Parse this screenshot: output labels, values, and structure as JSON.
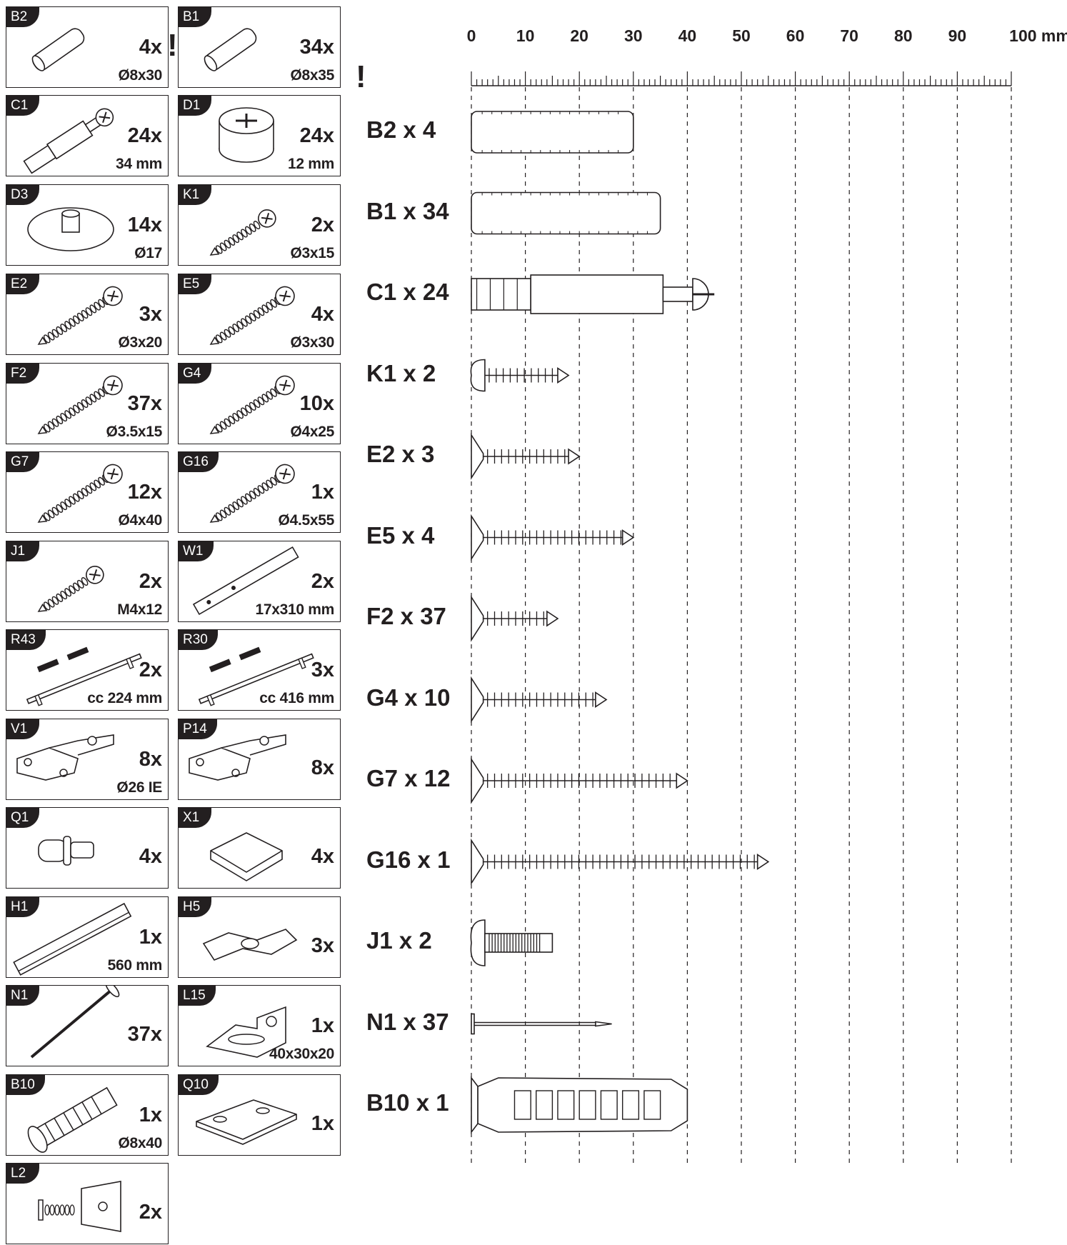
{
  "cards": [
    {
      "code": "B2",
      "qty": "4x",
      "dim": "Ø8x30",
      "icon": "dowel-pin-icon"
    },
    {
      "code": "B1",
      "qty": "34x",
      "dim": "Ø8x35",
      "icon": "dowel-pin-icon"
    },
    {
      "code": "C1",
      "qty": "24x",
      "dim": "34 mm",
      "icon": "cam-bolt-icon"
    },
    {
      "code": "D1",
      "qty": "24x",
      "dim": "12 mm",
      "icon": "cam-lock-icon"
    },
    {
      "code": "D3",
      "qty": "14x",
      "dim": "Ø17",
      "icon": "felt-pad-icon"
    },
    {
      "code": "K1",
      "qty": "2x",
      "dim": "Ø3x15",
      "icon": "pan-head-screw-icon"
    },
    {
      "code": "E2",
      "qty": "3x",
      "dim": "Ø3x20",
      "icon": "countersunk-screw-icon"
    },
    {
      "code": "E5",
      "qty": "4x",
      "dim": "Ø3x30",
      "icon": "countersunk-screw-icon"
    },
    {
      "code": "F2",
      "qty": "37x",
      "dim": "Ø3.5x15",
      "icon": "countersunk-screw-icon"
    },
    {
      "code": "G4",
      "qty": "10x",
      "dim": "Ø4x25",
      "icon": "countersunk-screw-icon"
    },
    {
      "code": "G7",
      "qty": "12x",
      "dim": "Ø4x40",
      "icon": "countersunk-screw-icon"
    },
    {
      "code": "G16",
      "qty": "1x",
      "dim": "Ø4.5x55",
      "icon": "countersunk-screw-icon"
    },
    {
      "code": "J1",
      "qty": "2x",
      "dim": "M4x12",
      "icon": "machine-screw-icon"
    },
    {
      "code": "W1",
      "qty": "2x",
      "dim": "17x310 mm",
      "icon": "metal-bar-icon"
    },
    {
      "code": "R43",
      "qty": "2x",
      "dim": "cc 224 mm",
      "icon": "bar-handle-icon"
    },
    {
      "code": "R30",
      "qty": "3x",
      "dim": "cc 416 mm",
      "icon": "bar-handle-icon"
    },
    {
      "code": "V1",
      "qty": "8x",
      "dim": "Ø26 IE",
      "icon": "hinge-icon"
    },
    {
      "code": "P14",
      "qty": "8x",
      "dim": "",
      "icon": "hinge-plate-icon"
    },
    {
      "code": "Q1",
      "qty": "4x",
      "dim": "",
      "icon": "shelf-support-icon"
    },
    {
      "code": "X1",
      "qty": "4x",
      "dim": "",
      "icon": "bumper-pad-icon"
    },
    {
      "code": "H1",
      "qty": "1x",
      "dim": "560 mm",
      "icon": "profile-strip-icon"
    },
    {
      "code": "H5",
      "qty": "3x",
      "dim": "",
      "icon": "clip-icon"
    },
    {
      "code": "N1",
      "qty": "37x",
      "dim": "",
      "icon": "nail-icon"
    },
    {
      "code": "L15",
      "qty": "1x",
      "dim": "40x30x20",
      "icon": "angle-bracket-icon"
    },
    {
      "code": "B10",
      "qty": "1x",
      "dim": "Ø8x40",
      "icon": "wall-plug-icon"
    },
    {
      "code": "Q10",
      "qty": "1x",
      "dim": "",
      "icon": "mounting-plate-icon"
    },
    {
      "code": "L2",
      "qty": "2x",
      "dim": "",
      "icon": "corner-connector-icon"
    }
  ],
  "warning_mark": "!",
  "ruler": {
    "tick_labels": [
      "0",
      "10",
      "20",
      "30",
      "40",
      "50",
      "60",
      "70",
      "80",
      "90",
      "100 mm"
    ]
  },
  "comparison": [
    {
      "label": "B2 x 4",
      "type": "dowel",
      "length_mm": 30
    },
    {
      "label": "B1 x 34",
      "type": "dowel",
      "length_mm": 35
    },
    {
      "label": "C1 x 24",
      "type": "cam-bolt",
      "length_mm": 45
    },
    {
      "label": "K1 x 2",
      "type": "pan-screw",
      "length_mm": 18
    },
    {
      "label": "E2 x 3",
      "type": "cs-screw",
      "length_mm": 20
    },
    {
      "label": "E5 x 4",
      "type": "cs-screw",
      "length_mm": 30
    },
    {
      "label": "F2 x 37",
      "type": "cs-screw",
      "length_mm": 16
    },
    {
      "label": "G4 x 10",
      "type": "cs-screw",
      "length_mm": 25
    },
    {
      "label": "G7 x 12",
      "type": "cs-screw",
      "length_mm": 40
    },
    {
      "label": "G16 x 1",
      "type": "cs-screw",
      "length_mm": 55
    },
    {
      "label": "J1 x 2",
      "type": "machine-screw",
      "length_mm": 15
    },
    {
      "label": "N1 x 37",
      "type": "nail",
      "length_mm": 26
    },
    {
      "label": "B10 x 1",
      "type": "wall-plug",
      "length_mm": 40
    }
  ]
}
